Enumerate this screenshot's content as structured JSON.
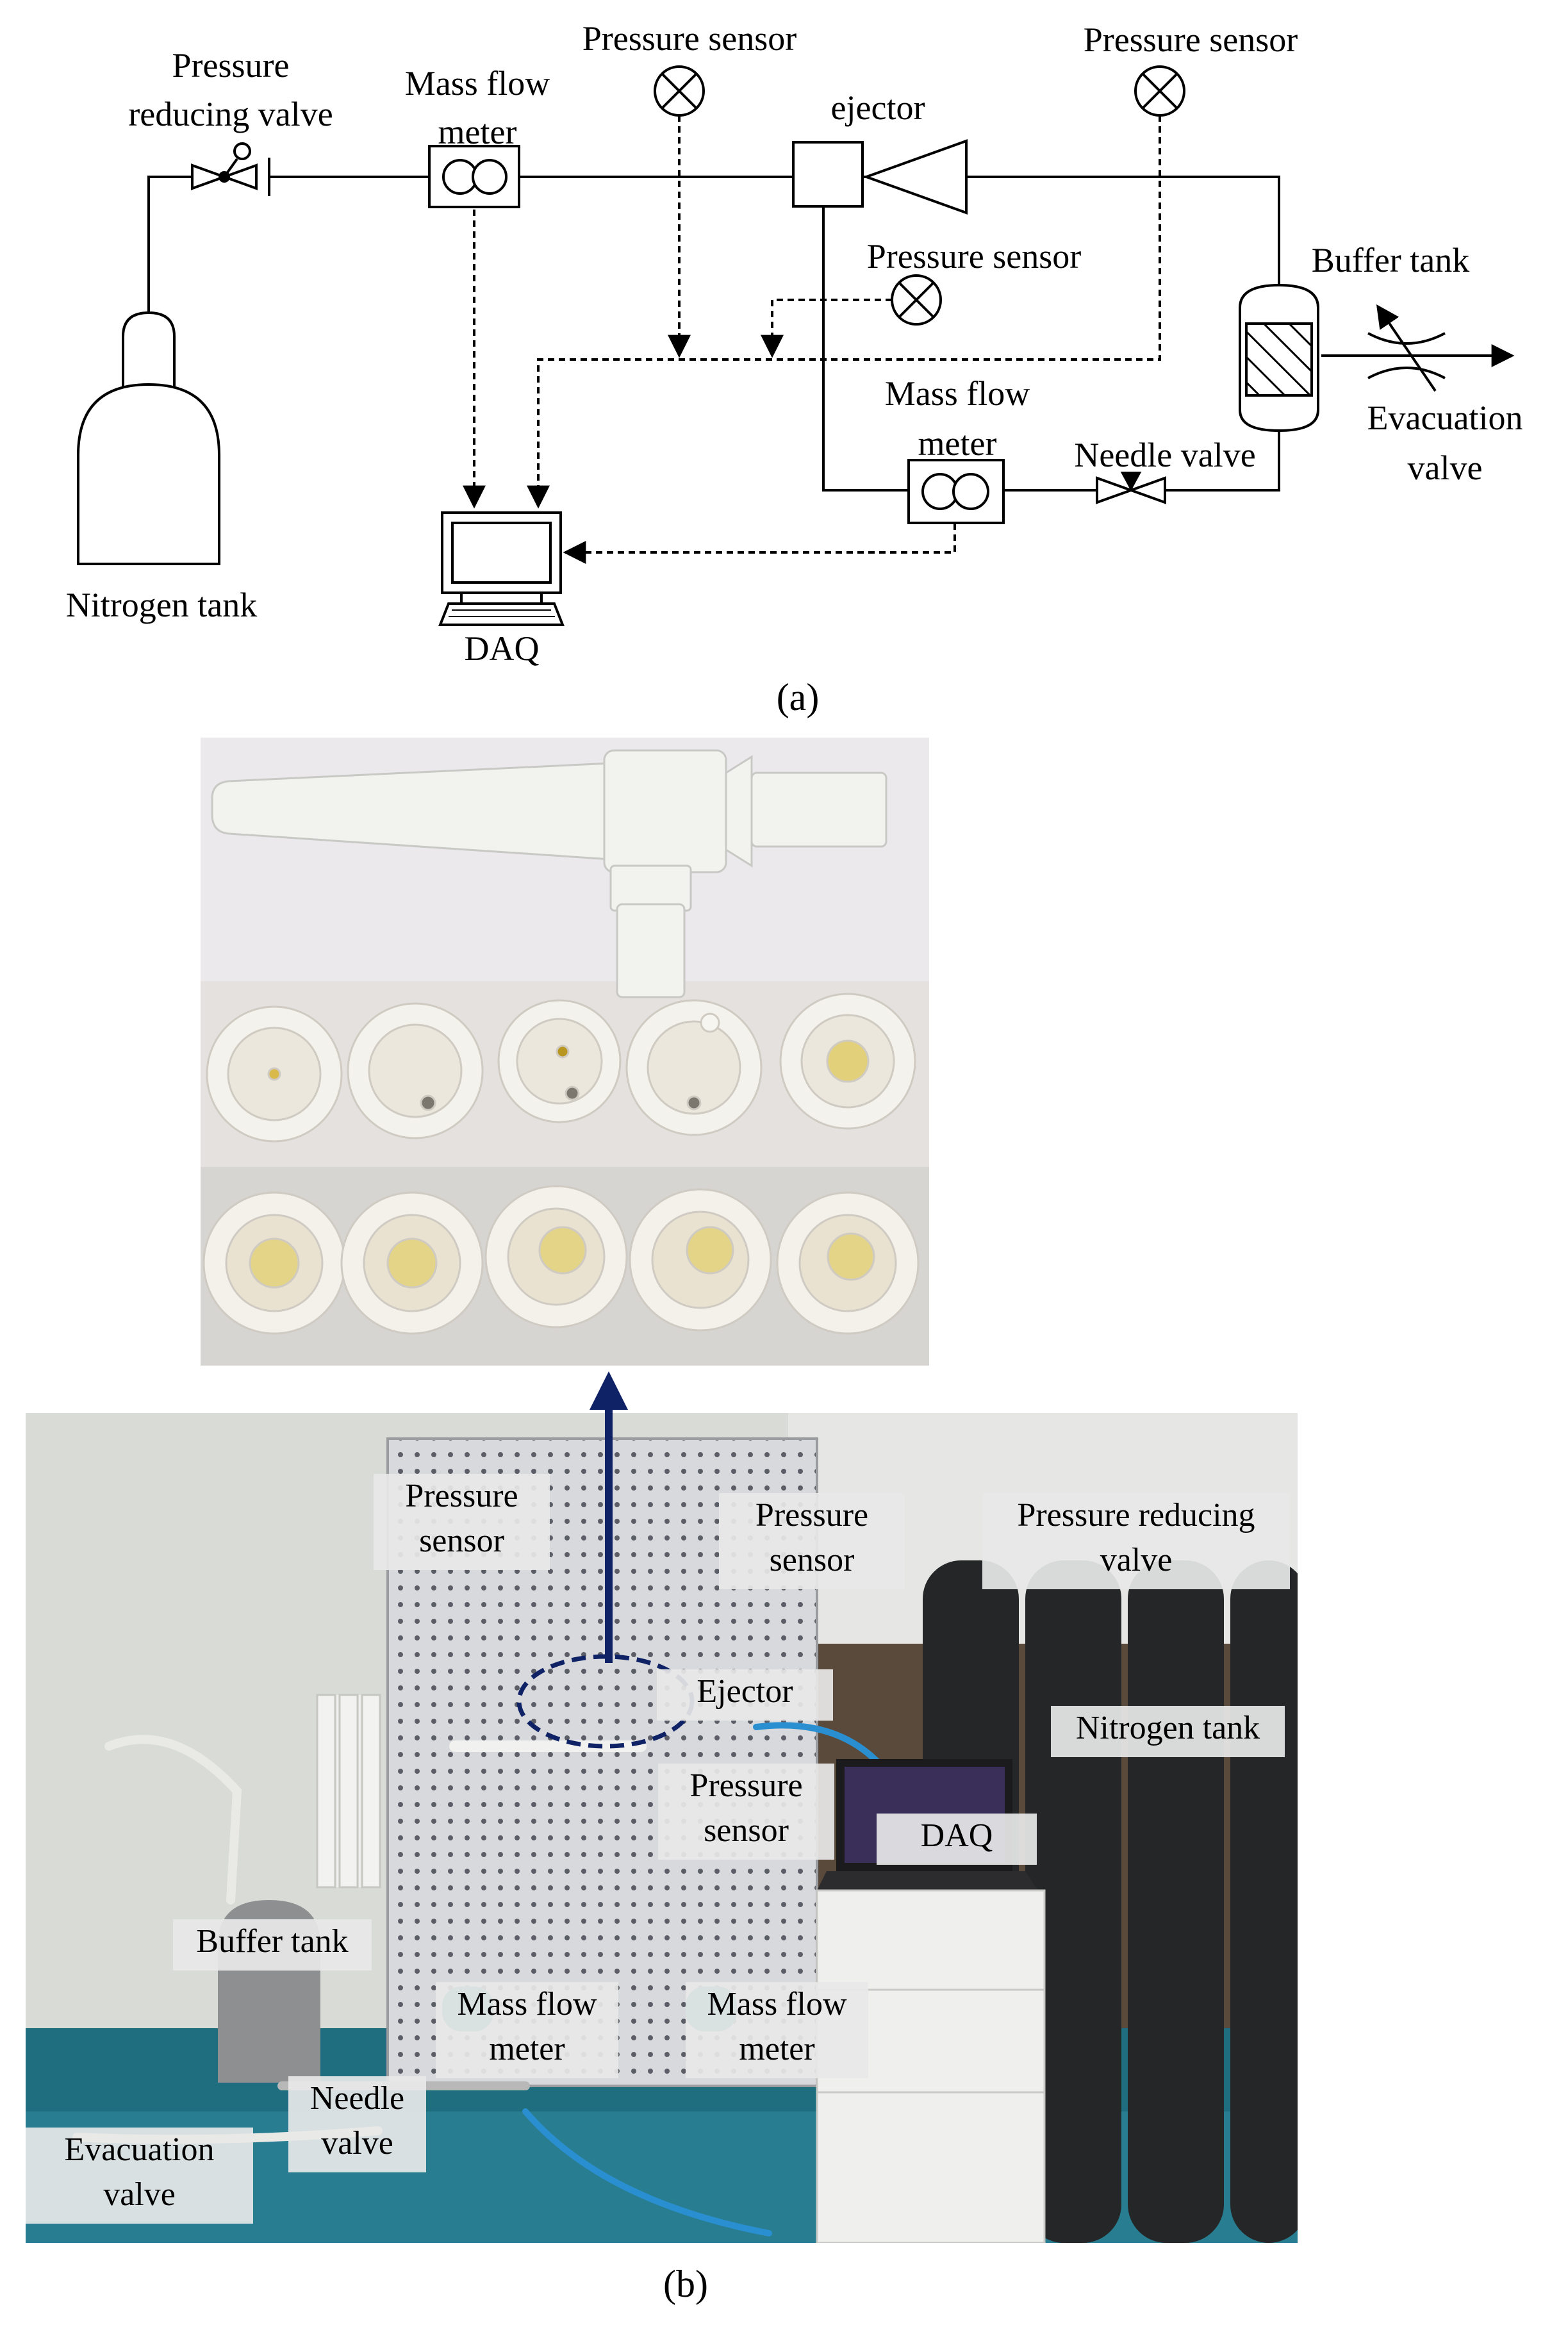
{
  "schematic": {
    "labels": {
      "pressure_reducing_valve": "Pressure\nreducing valve",
      "mass_flow_meter_top": "Mass flow\nmeter",
      "pressure_sensor_1": "Pressure sensor",
      "pressure_sensor_2": "Pressure sensor",
      "pressure_sensor_3": "Pressure sensor",
      "ejector": "ejector",
      "buffer_tank": "Buffer tank",
      "evacuation_valve": "Evacuation\nvalve",
      "needle_valve": "Needle valve",
      "mass_flow_meter_bottom": "Mass flow\nmeter",
      "nitrogen_tank": "Nitrogen tank",
      "daq": "DAQ"
    },
    "caption": "(a)"
  },
  "photo_labels": {
    "pressure_sensor_left": "Pressure\nsensor",
    "pressure_sensor_right": "Pressure\nsensor",
    "pressure_reducing_valve": "Pressure reducing\nvalve",
    "ejector": "Ejector",
    "nitrogen_tank": "Nitrogen tank",
    "pressure_sensor_mid": "Pressure\nsensor",
    "daq": "DAQ",
    "buffer_tank": "Buffer tank",
    "mass_flow_meter_left": "Mass flow\nmeter",
    "mass_flow_meter_right": "Mass flow\nmeter",
    "needle_valve": "Needle\nvalve",
    "evacuation_valve": "Evacuation\nvalve"
  },
  "caption_b": "(b)",
  "colors": {
    "arrow": "#0f2266",
    "label_bg": "#e8e8e8",
    "pegboard": "#d8d9dc",
    "floor": "#1e6e80",
    "wall": "#d9dbd6"
  }
}
